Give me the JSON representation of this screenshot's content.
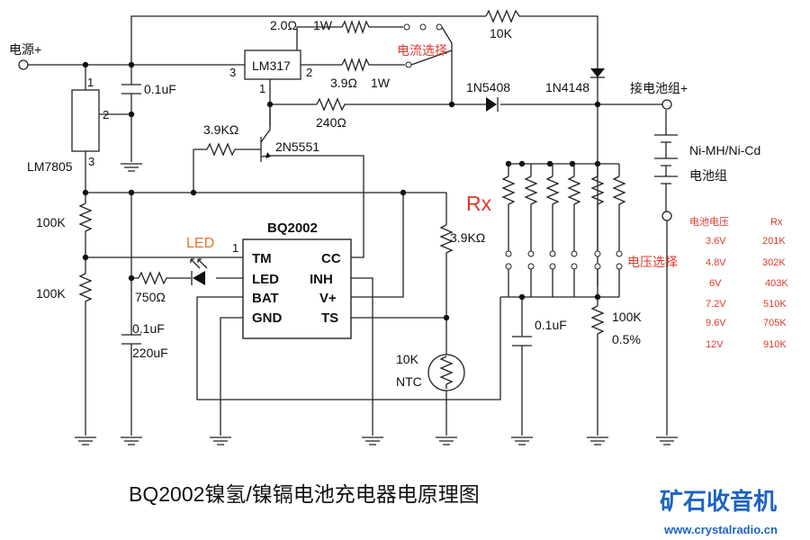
{
  "labels": {
    "power_in": "电源+",
    "regulator_5v": "LM7805",
    "reg_pin1": "1",
    "reg_pin2": "2",
    "reg_pin3": "3",
    "c_in": "0.1uF",
    "lm317": "LM317",
    "lm317_pin3": "3",
    "lm317_pin2": "2",
    "lm317_pin1": "1",
    "r_2ohm": "2.0Ω",
    "r_2ohm_power": "1W",
    "r_3_9ohm": "3.9Ω",
    "r_3_9ohm_power": "1W",
    "current_select": "电流选择",
    "r_10k": "10K",
    "r_240": "240Ω",
    "diode_1n5408": "1N5408",
    "diode_1n4148": "1N4148",
    "battery_out": "接电池组+",
    "r_base": "3.9KΩ",
    "transistor": "2N5551",
    "battery_type": "Ni-MH/Ni-Cd",
    "battery_pack": "电池组",
    "rx": "Rx",
    "r_div_top": "100K",
    "r_div_bottom": "100K",
    "led": "LED",
    "r_led": "750Ω",
    "c_cap": "0.1uF",
    "c_elec": "220uF",
    "r_ntc_pull": "3.9KΩ",
    "ntc_value": "10K",
    "ntc": "NTC",
    "c_vsense": "0.1uF",
    "r_vsense": "100K",
    "r_vsense_tol": "0.5%",
    "voltage_select": "电压选择"
  },
  "ic": {
    "name": "BQ2002",
    "pin1_num": "1",
    "pin_tm": "TM",
    "pin_led": "LED",
    "pin_bat": "BAT",
    "pin_gnd": "GND",
    "pin_cc": "CC",
    "pin_inh": "INH",
    "pin_vplus": "V+",
    "pin_ts": "TS"
  },
  "table": {
    "header_voltage": "电池电压",
    "header_rx": "Rx",
    "rows": [
      {
        "v": "3.6V",
        "rx": "201K"
      },
      {
        "v": "4.8V",
        "rx": "302K"
      },
      {
        "v": "6V",
        "rx": "403K"
      },
      {
        "v": "7.2V",
        "rx": "510K"
      },
      {
        "v": "9.6V",
        "rx": "705K"
      },
      {
        "v": "12V",
        "rx": "910K"
      }
    ]
  },
  "title": "BQ2002镍氢/镍镉电池充电器电原理图",
  "brand": {
    "name": "矿石收音机",
    "url": "www.crystalradio.cn"
  }
}
